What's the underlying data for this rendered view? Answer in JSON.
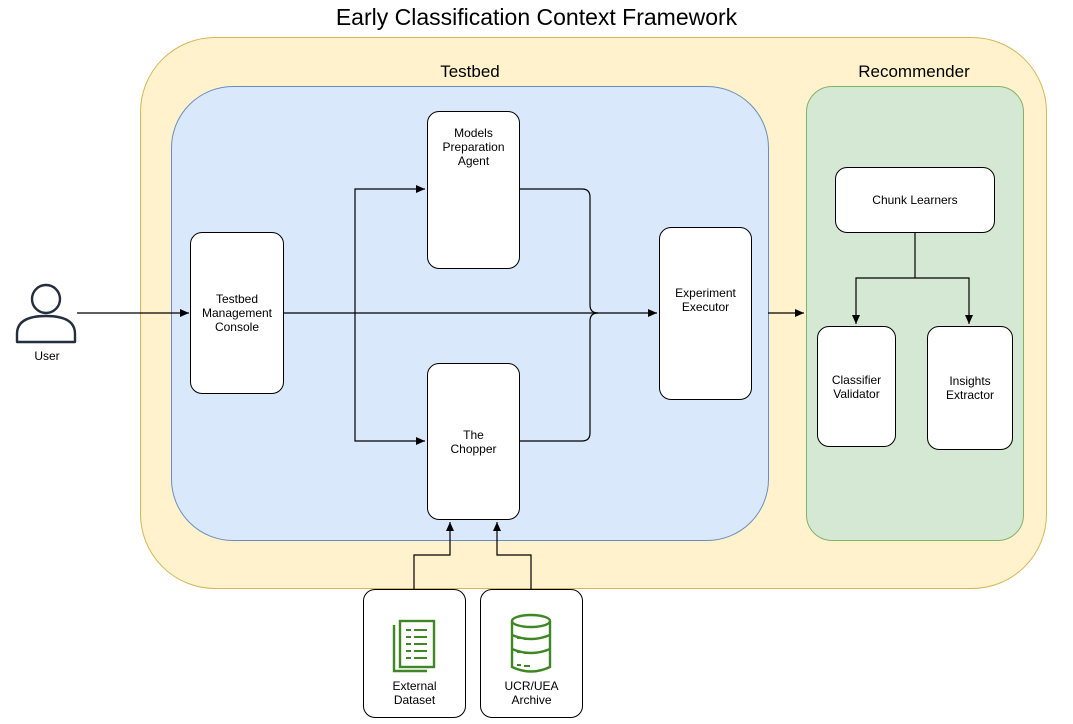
{
  "title": "Early Classification Context Framework",
  "regions": {
    "testbed": "Testbed",
    "recommender": "Recommender"
  },
  "actor": {
    "label": "User",
    "icon": "user-icon"
  },
  "nodes": {
    "console": "Testbed\nManagement\nConsole",
    "models_agent": "Models\nPreparation\nAgent",
    "chopper": "The\nChopper",
    "executor": "Experiment\nExecutor",
    "chunk_learners": "Chunk Learners",
    "classifier_validator": "Classifier\nValidator",
    "insights_extractor": "Insights\nExtractor"
  },
  "sources": {
    "external_dataset": {
      "label": "External\nDataset",
      "icon": "document-icon"
    },
    "ucr_archive": {
      "label": "UCR/UEA\nArchive",
      "icon": "database-icon"
    }
  },
  "colors": {
    "framework_fill": "#fff2cc",
    "framework_border": "#d6b656",
    "testbed_fill": "#dae8fc",
    "testbed_border": "#6c8ebf",
    "recommender_fill": "#d5e8d4",
    "recommender_border": "#82b366",
    "icon_green": "#3f8624",
    "user_icon": "#232f3e"
  }
}
